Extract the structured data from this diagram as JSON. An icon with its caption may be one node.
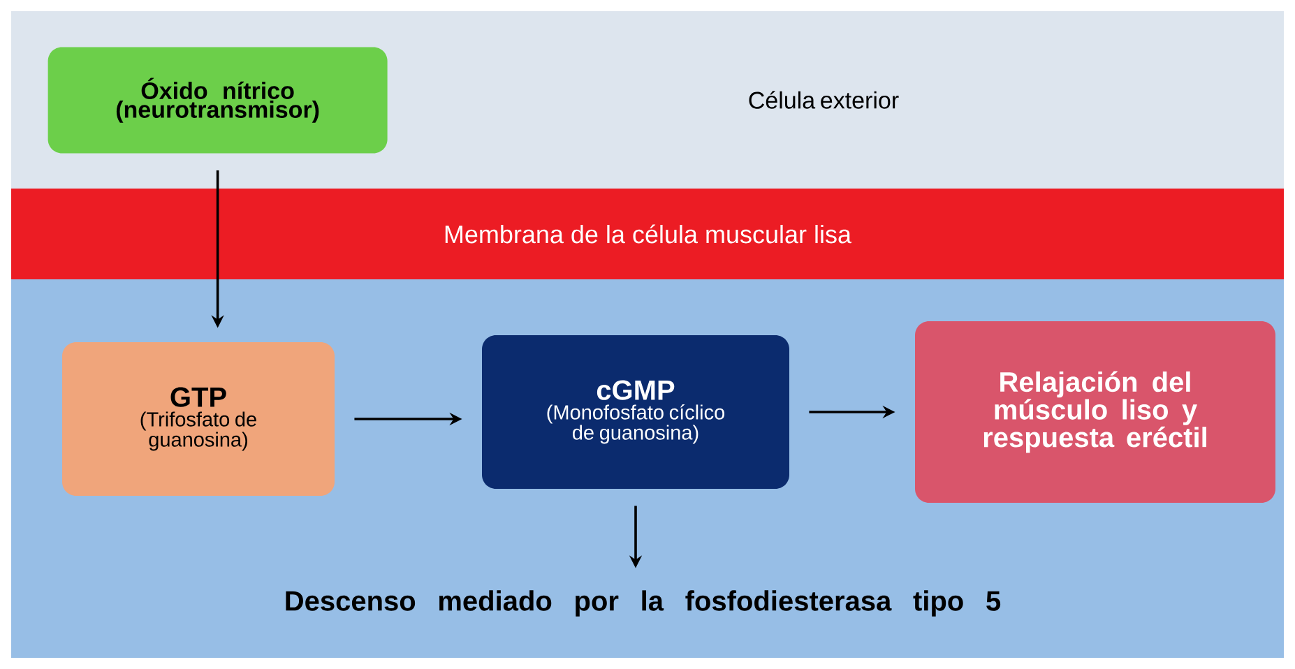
{
  "diagram": {
    "nodes": [
      {
        "text": [
          "Célula exterior"
        ]
      },
      {
        "text": [
          "Óxido nítrico (neurotransmisor)"
        ],
        "in": 0
      },
      {
        "text": [
          "GTP",
          "(Trifosfato de guanosina)"
        ]
      },
      {
        "text": [
          "cGMP",
          "(Monofosfato cíclico de guanosina)"
        ]
      },
      {
        "text": [
          "Relajación del músculo liso y respuesta eréctil"
        ]
      },
      {
        "text": [
          "Descenso mediado por la fosfodiesterasa tipo 5"
        ]
      }
    ],
    "edges": [
      {
        "from": 1,
        "to": 2,
        "arrow": "to"
      },
      {
        "from": 2,
        "to": 3,
        "arrow": "to"
      },
      {
        "from": 3,
        "to": 4,
        "arrow": "to"
      },
      {
        "from": 3,
        "to": 5,
        "arrow": "to"
      }
    ],
    "labels": [
      "Membrana de la célula muscular lisa"
    ]
  }
}
